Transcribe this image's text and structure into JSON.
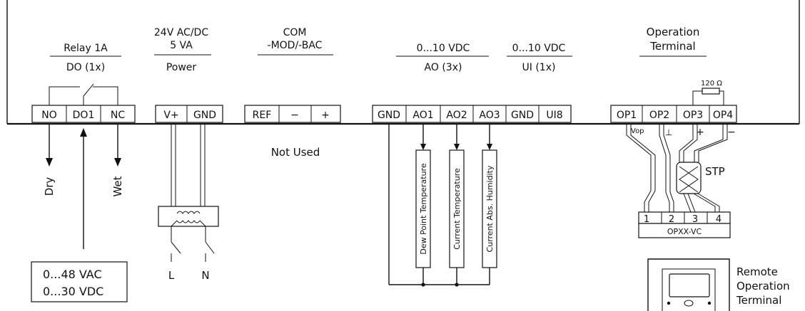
{
  "header": {
    "relay_title": "Relay 1A",
    "relay_sub": "DO (1x)",
    "power_line1": "24V AC/DC",
    "power_line2": "5 VA",
    "power_sub": "Power",
    "com_line1": "COM",
    "com_line2": "-MOD/-BAC",
    "ao_title": "0...10 VDC",
    "ao_sub": "AO (3x)",
    "ui_title": "0...10 VDC",
    "ui_sub": "UI (1x)",
    "op_line1": "Operation",
    "op_line2": "Terminal"
  },
  "terminals": {
    "relay": [
      "NO",
      "DO1",
      "NC"
    ],
    "power": [
      "V+",
      "GND"
    ],
    "com": [
      "REF",
      "−",
      "+"
    ],
    "io": [
      "GND",
      "AO1",
      "AO2",
      "AO3",
      "GND",
      "UI8"
    ],
    "op": [
      "OP1",
      "OP2",
      "OP3",
      "OP4"
    ]
  },
  "labels": {
    "dry": "Dry",
    "wet": "Wet",
    "not_used": "Not Used",
    "source_line1": "0...48 VAC",
    "source_line2": "0...30 VDC",
    "L": "L",
    "N": "N",
    "resistor": "120 Ω",
    "op_vop": "Vop",
    "op_gnd": "⊥",
    "op_plus": "+",
    "op_minus": "−",
    "stp": "STP",
    "opxx_pins": [
      "1",
      "2",
      "3",
      "4"
    ],
    "opxx_name": "OPXX-VC",
    "remote_line1": "Remote",
    "remote_line2": "Operation",
    "remote_line3": "Terminal"
  },
  "outputs": {
    "ao1": "Dew Point Temperature",
    "ao2": "Current Temperature",
    "ao3": "Current Abs. Humidity"
  }
}
